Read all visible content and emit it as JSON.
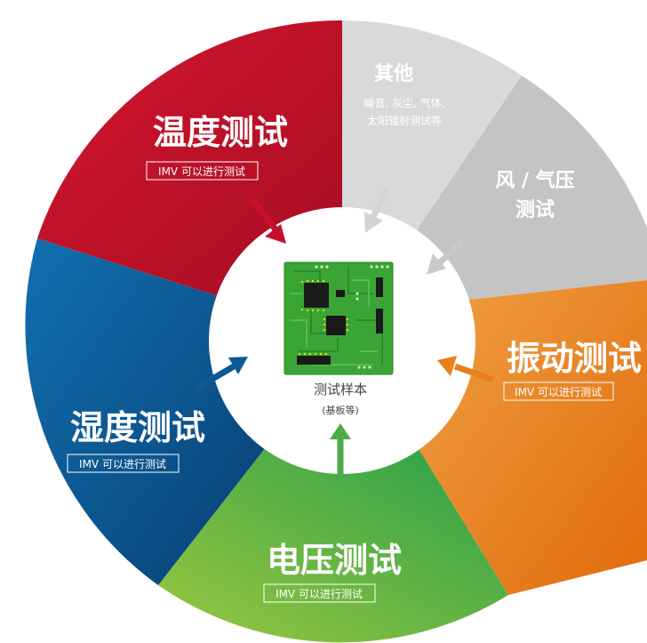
{
  "segments": {
    "temperature": {
      "title": "温度测试",
      "tag": "IMV 可以进行测试",
      "color": "#c8102e"
    },
    "humidity": {
      "title": "湿度测试",
      "tag": "IMV 可以进行测试",
      "color": "#0a5a96"
    },
    "voltage": {
      "title": "电压测试",
      "tag": "IMV 可以进行测试",
      "color": "#5bb246"
    },
    "vibration": {
      "title": "振动测试",
      "tag": "IMV 可以进行测试",
      "color": "#e8801e"
    },
    "wind": {
      "title_line1": "风 / 气压",
      "title_line2": "测试",
      "color": "#c6c6c6"
    },
    "other": {
      "title": "其他",
      "desc_line1": "噪音, 灰尘, 气体,",
      "desc_line2": "太阳辐射测试等",
      "color": "#d9d9d9"
    }
  },
  "center": {
    "label": "测试样本",
    "sublabel": "(基板等)",
    "board_icon": "circuit-board-icon",
    "board_color": "#3aa535"
  }
}
